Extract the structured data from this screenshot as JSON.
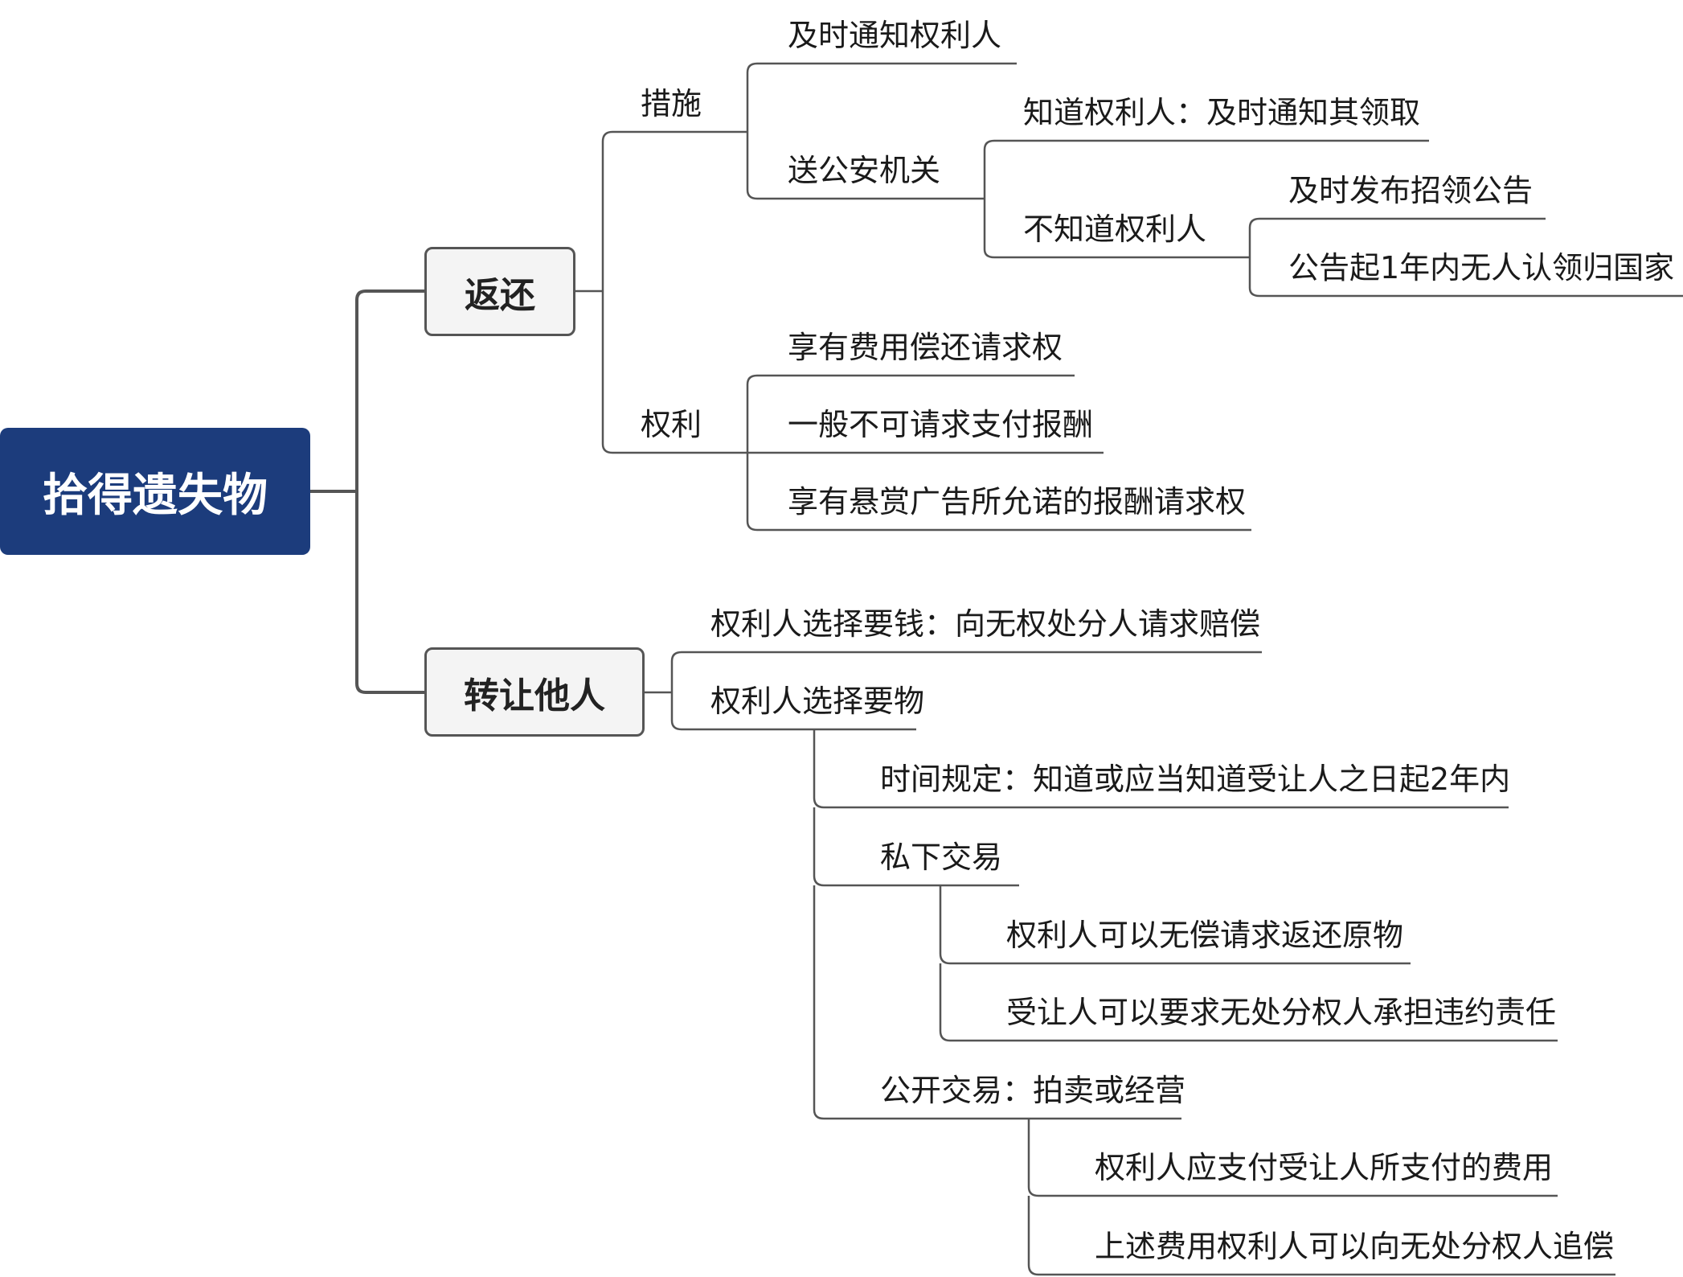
{
  "root": {
    "label": "拾得遗失物"
  },
  "branch_return": {
    "label": "返还",
    "measures": {
      "label": "措施",
      "notify": "及时通知权利人",
      "police": {
        "label": "送公安机关",
        "known": "知道权利人：及时通知其领取",
        "unknown": {
          "label": "不知道权利人",
          "announce": "及时发布招领公告",
          "state": "公告起1年内无人认领归国家"
        }
      }
    },
    "rights": {
      "label": "权利",
      "cost": "享有费用偿还请求权",
      "no_reward": "一般不可请求支付报酬",
      "reward": "享有悬赏广告所允诺的报酬请求权"
    }
  },
  "branch_transfer": {
    "label": "转让他人",
    "money": "权利人选择要钱：向无权处分人请求赔偿",
    "item": {
      "label": "权利人选择要物",
      "time": "时间规定：知道或应当知道受让人之日起2年内",
      "private": {
        "label": "私下交易",
        "free_return": "权利人可以无偿请求返还原物",
        "liability": "受让人可以要求无处分权人承担违约责任"
      },
      "public": {
        "label": "公开交易：拍卖或经营",
        "pay": "权利人应支付受让人所支付的费用",
        "recover": "上述费用权利人可以向无处分权人追偿"
      }
    }
  },
  "colors": {
    "root_fill": "#1c3c7c",
    "line": "#555555",
    "box_fill": "#f4f4f4"
  }
}
